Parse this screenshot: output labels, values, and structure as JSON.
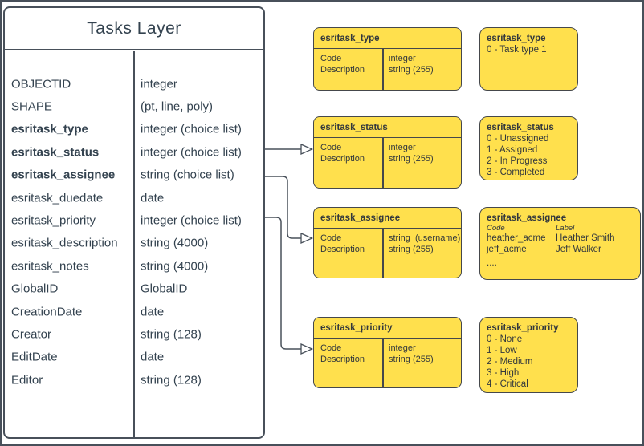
{
  "tasks_layer": {
    "title": "Tasks Layer",
    "fields": [
      {
        "name": "OBJECTID",
        "type": "integer"
      },
      {
        "name": "SHAPE",
        "type": "(pt, line, poly)"
      },
      {
        "name": "esritask_type",
        "type": "integer (choice list)"
      },
      {
        "name": "esritask_status",
        "type": "integer (choice list)"
      },
      {
        "name": "esritask_assignee",
        "type": "string (choice list)"
      },
      {
        "name": "esritask_duedate",
        "type": "date"
      },
      {
        "name": "esritask_priority",
        "type": "integer (choice list)"
      },
      {
        "name": "esritask_description",
        "type": "string (4000)"
      },
      {
        "name": "esritask_notes",
        "type": "string (4000)"
      },
      {
        "name": "GlobalID",
        "type": "GlobalID"
      },
      {
        "name": "CreationDate",
        "type": "date"
      },
      {
        "name": "Creator",
        "type": "string (128)"
      },
      {
        "name": "EditDate",
        "type": "date"
      },
      {
        "name": "Editor",
        "type": "string (128)"
      }
    ]
  },
  "domain_tables": [
    {
      "title": "esritask_type",
      "fields": [
        {
          "name": "Code",
          "type": "integer"
        },
        {
          "name": "Description",
          "type": "string (255)"
        }
      ]
    },
    {
      "title": "esritask_status",
      "fields": [
        {
          "name": "Code",
          "type": "integer"
        },
        {
          "name": "Description",
          "type": "string (255)"
        }
      ]
    },
    {
      "title": "esritask_assignee",
      "fields": [
        {
          "name": "Code",
          "type": "string  (username)"
        },
        {
          "name": "Description",
          "type": "string (255)"
        }
      ]
    },
    {
      "title": "esritask_priority",
      "fields": [
        {
          "name": "Code",
          "type": "integer"
        },
        {
          "name": "Description",
          "type": "string (255)"
        }
      ]
    }
  ],
  "value_lists": [
    {
      "title": "esritask_type",
      "items": [
        "0 - Task type 1"
      ]
    },
    {
      "title": "esritask_status",
      "items": [
        "0 - Unassigned",
        "1 - Assigned",
        "2 - In Progress",
        "3 - Completed"
      ]
    },
    {
      "title": "esritask_assignee",
      "columns": [
        "Code",
        "Label"
      ],
      "entries": [
        {
          "code": "heather_acme",
          "label": "Heather Smith"
        },
        {
          "code": "jeff_acme",
          "label": "Jeff Walker"
        }
      ],
      "ellipsis": "...."
    },
    {
      "title": "esritask_priority",
      "items": [
        "0 - None",
        "1 - Low",
        "2 - Medium",
        "3 - High",
        "4 - Critical"
      ]
    }
  ],
  "colors": {
    "yellow_fill": "#FFE04D",
    "shape_stroke": "#45484B",
    "table_stroke": "#48505A",
    "text": "#33424F"
  }
}
